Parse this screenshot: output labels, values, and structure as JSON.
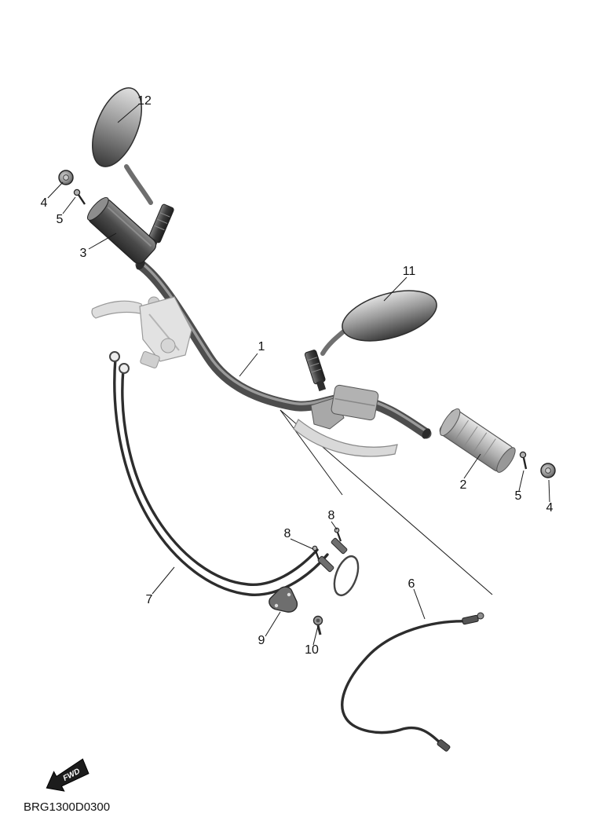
{
  "diagram_code": "BRG1300D0300",
  "fwd_label": "FWD",
  "callouts": [
    {
      "part": "mirror-left",
      "label": "12"
    },
    {
      "part": "cap-left",
      "label": "4"
    },
    {
      "part": "screw-left",
      "label": "5"
    },
    {
      "part": "grip-left",
      "label": "3"
    },
    {
      "part": "handlebar",
      "label": "1"
    },
    {
      "part": "mirror-right",
      "label": "11"
    },
    {
      "part": "grip-right",
      "label": "2"
    },
    {
      "part": "screw-right",
      "label": "5"
    },
    {
      "part": "cap-right",
      "label": "4"
    },
    {
      "part": "throttle-cables",
      "label": "7"
    },
    {
      "part": "screw-upper",
      "label": "8"
    },
    {
      "part": "screw-lower",
      "label": "8"
    },
    {
      "part": "cable-holder",
      "label": "9"
    },
    {
      "part": "bolt",
      "label": "10"
    },
    {
      "part": "clutch-cable",
      "label": "6"
    }
  ]
}
